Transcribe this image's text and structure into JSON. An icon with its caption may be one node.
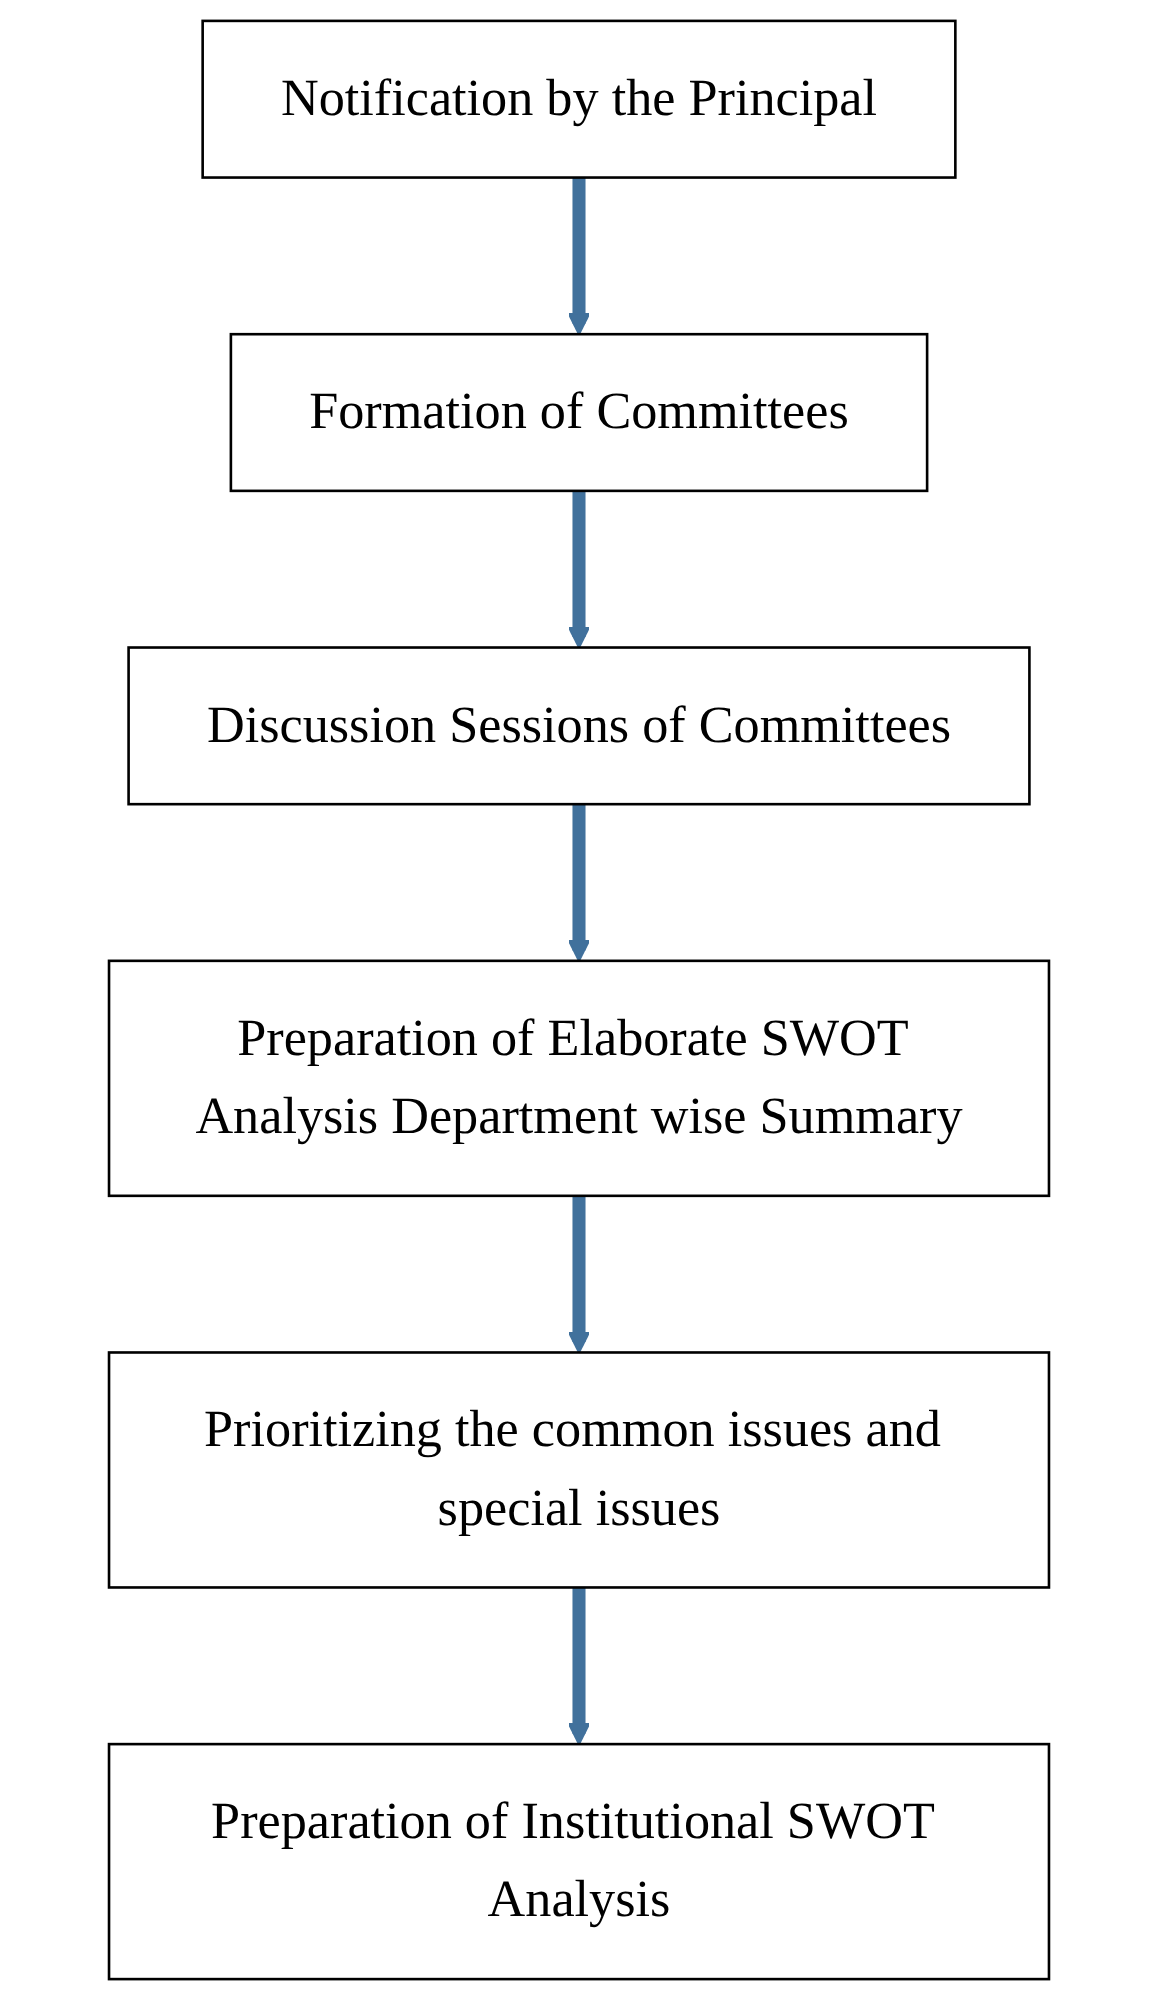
{
  "diagram": {
    "nodes": [
      {
        "text": [
          "Notification by the Principal"
        ]
      },
      {
        "text": [
          "Formation of Committees"
        ]
      },
      {
        "text": [
          "Discussion Sessions of Committees"
        ]
      },
      {
        "text": [
          "Preparation of Elaborate SWOT Analysis Department wise Summary"
        ]
      },
      {
        "text": [
          "Prioritizing the common issues and special issues"
        ]
      },
      {
        "text": [
          "Preparation of Institutional SWOT Analysis"
        ]
      }
    ],
    "edges": [
      {
        "from": 0,
        "to": 1,
        "arrow": "to"
      },
      {
        "from": 1,
        "to": 2,
        "arrow": "to"
      },
      {
        "from": 2,
        "to": 3,
        "arrow": "to"
      },
      {
        "from": 3,
        "to": 4,
        "arrow": "to"
      },
      {
        "from": 4,
        "to": 5,
        "arrow": "to"
      }
    ]
  }
}
